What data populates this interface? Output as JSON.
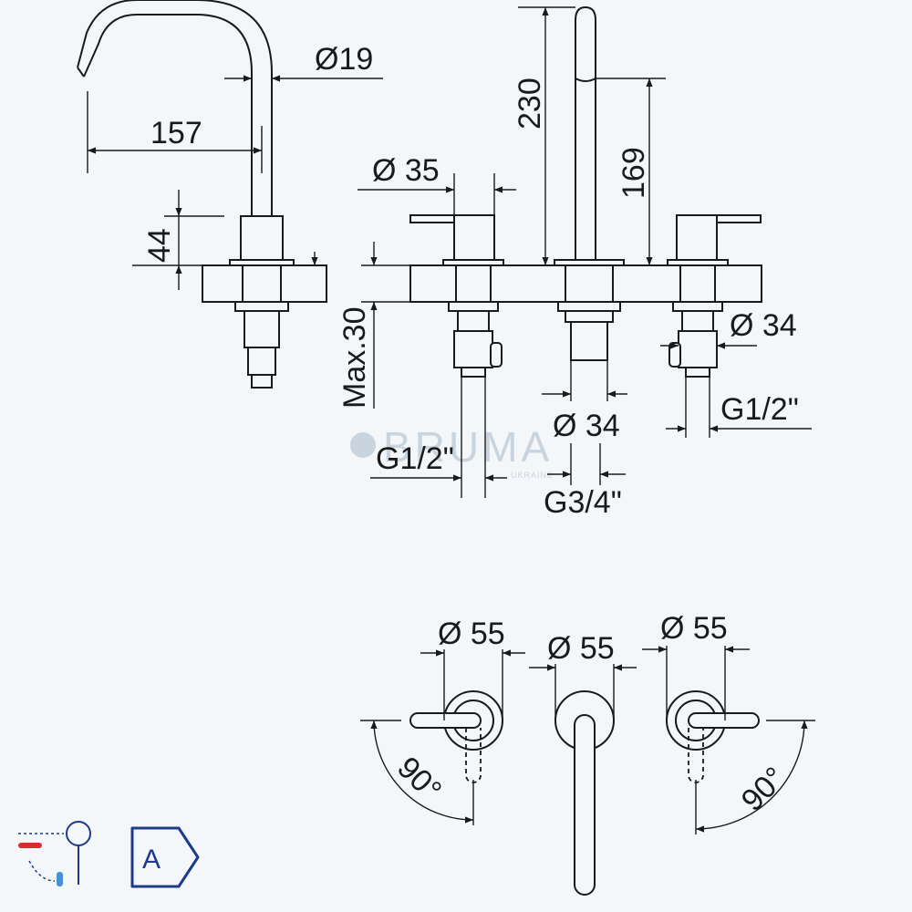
{
  "watermark": {
    "brand": "BRUMA",
    "sub": "UKRAINE"
  },
  "dimensions": {
    "d19": "Ø19",
    "len157": "157",
    "h44": "44",
    "d35": "Ø 35",
    "h230": "230",
    "h169": "169",
    "max30": "Max.30",
    "d34_right": "Ø 34",
    "d34_center": "Ø 34",
    "g12_left": "G1/2\"",
    "g12_right": "G1/2\"",
    "g34": "G3/4\"",
    "d55_left": "Ø 55",
    "d55_center": "Ø 55",
    "d55_right": "Ø 55",
    "angle_left": "90°",
    "angle_right": "90°"
  },
  "badges": {
    "energy_class": "A"
  },
  "icons": [
    "mixer-icon",
    "energy-class-icon"
  ],
  "colors": {
    "background": "#f4f7fa",
    "line": "#1a1a1a",
    "badge": "#1f3a8a",
    "watermark": "#c9d4de"
  }
}
